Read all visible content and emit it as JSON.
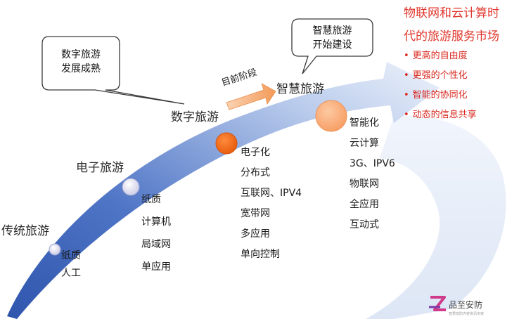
{
  "stages": [
    {
      "name": "传统旅游",
      "features": [
        "纸质",
        "人工"
      ]
    },
    {
      "name": "电子旅游",
      "features": [
        "纸质",
        "计算机",
        "局域网",
        "单应用"
      ]
    },
    {
      "name": "数字旅游",
      "features": [
        "电子化",
        "分布式",
        "互联网、IPV4",
        "宽带网",
        "多应用",
        "单向控制"
      ]
    },
    {
      "name": "智慧旅游",
      "features": [
        "智能化",
        "云计算",
        "3G、IPV6",
        "物联网",
        "全应用",
        "互动式"
      ]
    }
  ],
  "callouts": {
    "left": [
      "数字旅游",
      "发展成熟"
    ],
    "right": [
      "智慧旅游",
      "开始建设"
    ]
  },
  "arrow_label": "目前阶段",
  "future": {
    "title_lines": [
      "物联网和云计算时",
      "代的旅游服务市场"
    ],
    "bullets": [
      "更高的自由度",
      "更强的个性化",
      "智能的协同化",
      "动态的信息共享"
    ]
  },
  "logo": {
    "name": "品至安防",
    "subtitle": "智慧安防内容资讯专家"
  },
  "colors": {
    "accent_red": "#e0362c",
    "stage_dot_1": "#e6e6f4",
    "stage_dot_2": "#dcdcf2",
    "stage_dot_3": "#f26513",
    "stage_dot_4": "#fbb07e",
    "sweep_blue": "#3b62b8"
  }
}
